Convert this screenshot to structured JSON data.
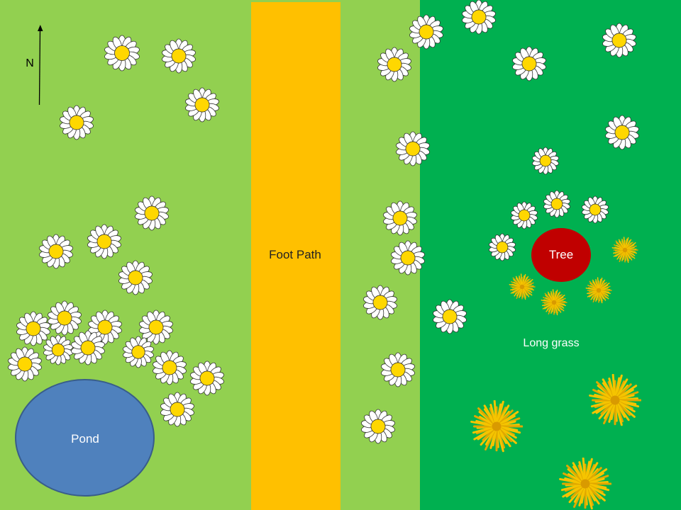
{
  "map": {
    "colors": {
      "meadow": "#92d050",
      "long_grass": "#00b050",
      "foot_path": "#ffc000",
      "pond": "#4f81bd",
      "tree": "#c00000",
      "daisy_petal": "#ffffff",
      "daisy_center": "#ffd700",
      "dandelion": "#f5c400"
    },
    "labels": {
      "north": "N",
      "foot_path": "Foot Path",
      "pond": "Pond",
      "tree": "Tree",
      "long_grass": "Long grass"
    },
    "daisies": [
      [
        172,
        75,
        25
      ],
      [
        252,
        79,
        24
      ],
      [
        285,
        148,
        24
      ],
      [
        108,
        173,
        24
      ],
      [
        214,
        301,
        24
      ],
      [
        147,
        341,
        24
      ],
      [
        79,
        355,
        24
      ],
      [
        191,
        392,
        24
      ],
      [
        91,
        449,
        24
      ],
      [
        47,
        464,
        24
      ],
      [
        148,
        462,
        24
      ],
      [
        220,
        462,
        24
      ],
      [
        82,
        494,
        21
      ],
      [
        124,
        491,
        24
      ],
      [
        195,
        497,
        22
      ],
      [
        35,
        514,
        24
      ],
      [
        239,
        519,
        24
      ],
      [
        292,
        534,
        24
      ],
      [
        250,
        578,
        24
      ],
      [
        675,
        24,
        24
      ],
      [
        601,
        45,
        24
      ],
      [
        556,
        91,
        24
      ],
      [
        746,
        90,
        24
      ],
      [
        873,
        57,
        24
      ],
      [
        582,
        210,
        24
      ],
      [
        877,
        187,
        24
      ],
      [
        769,
        227,
        19
      ],
      [
        564,
        308,
        24
      ],
      [
        575,
        364,
        24
      ],
      [
        739,
        304,
        19
      ],
      [
        785,
        288,
        19
      ],
      [
        839,
        296,
        19
      ],
      [
        708,
        349,
        19
      ],
      [
        536,
        427,
        24
      ],
      [
        634,
        447,
        24
      ],
      [
        561,
        522,
        24
      ],
      [
        533,
        602,
        24
      ]
    ],
    "dandelions": [
      [
        881,
        353,
        18
      ],
      [
        736,
        405,
        18
      ],
      [
        781,
        427,
        18
      ],
      [
        844,
        410,
        18
      ],
      [
        700,
        602,
        36
      ],
      [
        867,
        565,
        36
      ],
      [
        825,
        683,
        36
      ]
    ]
  }
}
